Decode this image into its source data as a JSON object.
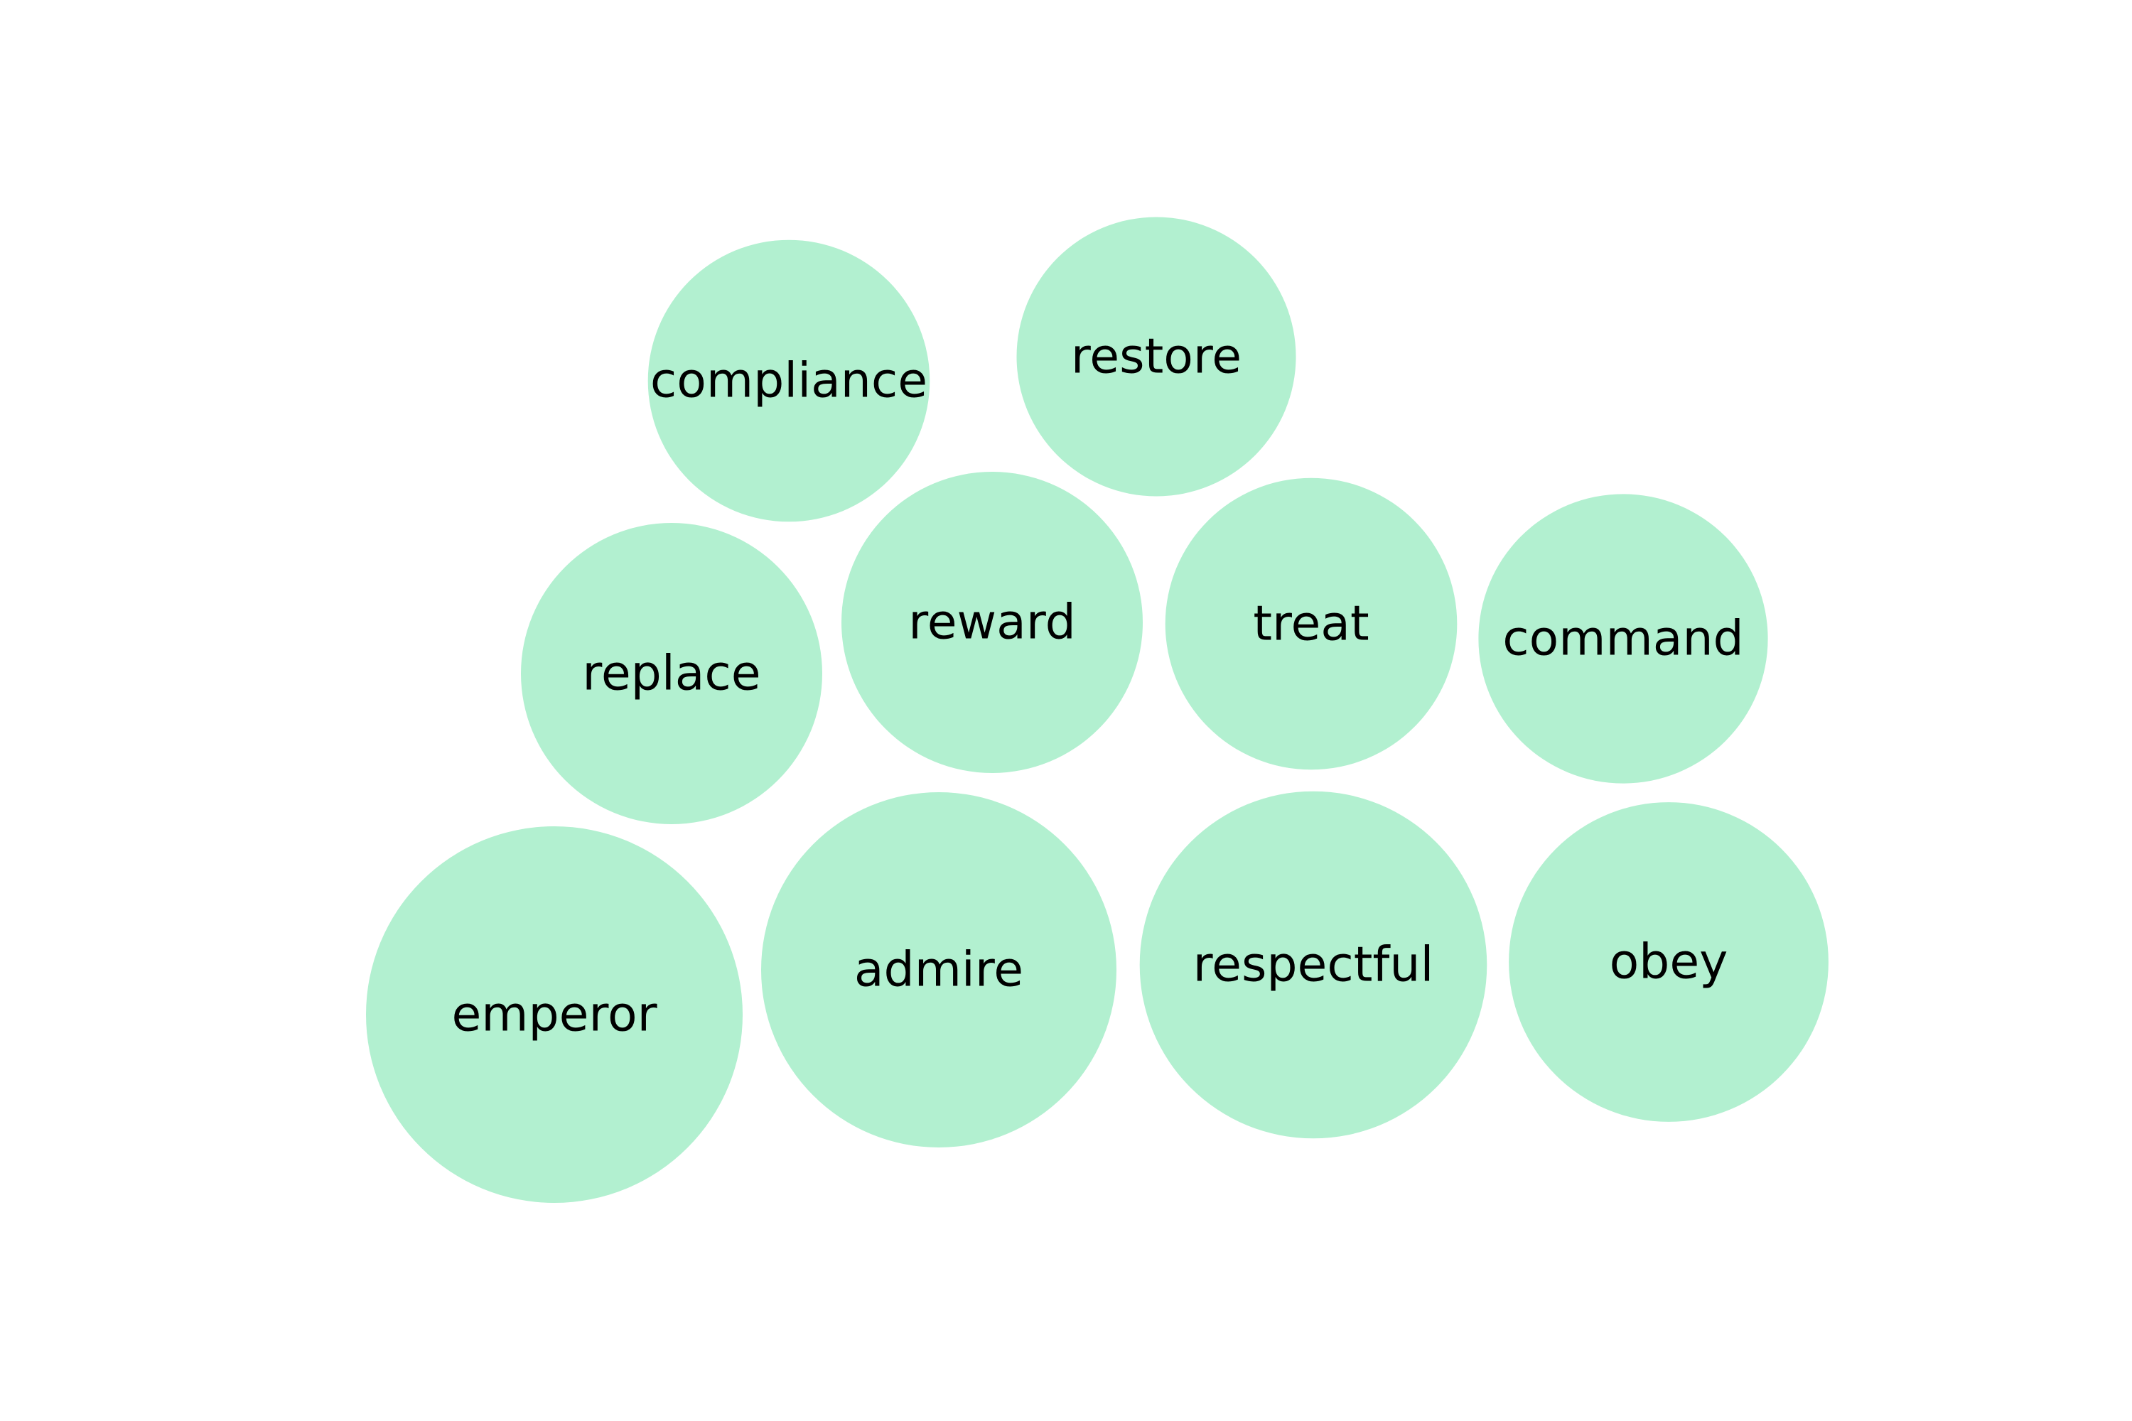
{
  "chart_data": {
    "type": "bubble",
    "title": "",
    "bubble_color": "#b2f0d0",
    "label_color": "#000000",
    "background": "#ffffff",
    "bubbles": [
      {
        "label": "emperor",
        "value": 100
      },
      {
        "label": "admire",
        "value": 89
      },
      {
        "label": "respectful",
        "value": 85
      },
      {
        "label": "obey",
        "value": 72
      },
      {
        "label": "reward",
        "value": 64
      },
      {
        "label": "replace",
        "value": 64
      },
      {
        "label": "treat",
        "value": 60
      },
      {
        "label": "command",
        "value": 59
      },
      {
        "label": "compliance",
        "value": 56
      },
      {
        "label": "restore",
        "value": 55
      }
    ]
  }
}
